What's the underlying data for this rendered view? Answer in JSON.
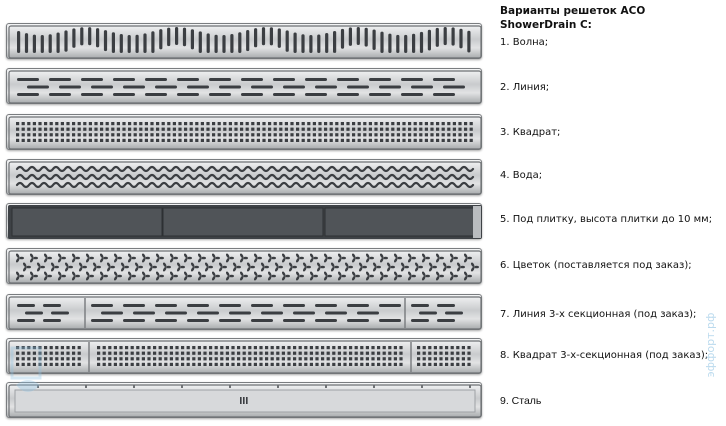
{
  "heading": {
    "line1": "Варианты решеток ACO",
    "line2": "ShowerDrain C:"
  },
  "variants": [
    {
      "label": "1. Волна;",
      "pattern": "wave-slots"
    },
    {
      "label": "2. Линия;",
      "pattern": "line-dashes"
    },
    {
      "label": "3. Квадрат;",
      "pattern": "square-grid"
    },
    {
      "label": "4. Вода;",
      "pattern": "water-waves"
    },
    {
      "label": "5. Под плитку, высота плитки до 10 мм;",
      "pattern": "tile-insert"
    },
    {
      "label": "6. Цветок (поставляется под заказ);",
      "pattern": "flower"
    },
    {
      "label": "7. Линия 3-х секционная (под заказ);",
      "pattern": "line-3-section"
    },
    {
      "label": "8. Квадрат 3-х-секционная (под заказ);",
      "pattern": "square-3-section"
    },
    {
      "label": "9. Сталь",
      "pattern": "steel"
    }
  ],
  "watermark": {
    "text": "эффорт.рф"
  },
  "colors": {
    "steel_light": "#f4f5f6",
    "steel_dark": "#a9acae",
    "slot": "#3b3e42",
    "tile": "#505458"
  }
}
